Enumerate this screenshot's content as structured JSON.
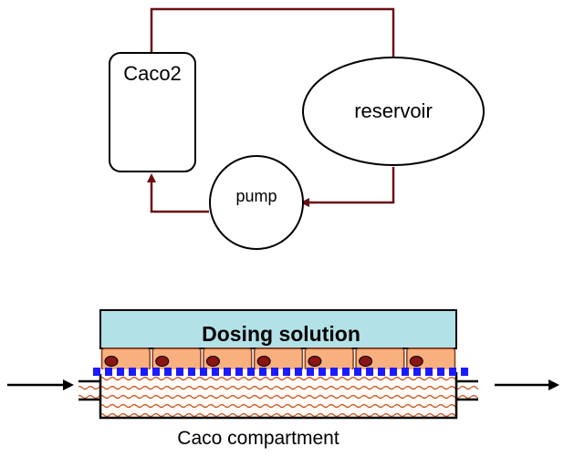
{
  "circuit": {
    "caco2_label": "Caco2",
    "reservoir_label": "reservoir",
    "pump_label": "pump",
    "flow_color": "#6b0f14"
  },
  "chamber": {
    "dosing_label": "Dosing solution",
    "compartment_label": "Caco compartment",
    "cell_count": 7,
    "dosing_color": "#b3e1e8",
    "cell_color": "#f7b07e",
    "nucleus_color": "#8a1414",
    "membrane_color": "#1a1aff",
    "wave_color": "#c85a2a"
  }
}
